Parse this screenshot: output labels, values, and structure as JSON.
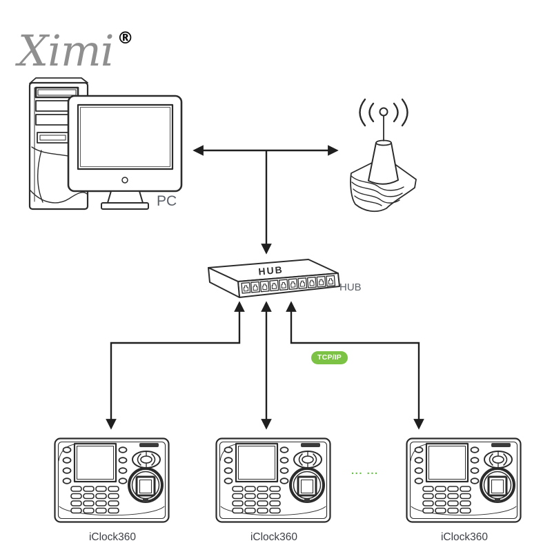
{
  "logo": {
    "text": "Ximi",
    "registered": "®"
  },
  "pc": {
    "label": "PC"
  },
  "hub": {
    "top_label": "HUB",
    "side_label": "HUB"
  },
  "network": {
    "protocol_badge": "TCP/IP",
    "ellipsis": "... ..."
  },
  "devices": [
    {
      "label": "iClock360"
    },
    {
      "label": "iClock360"
    },
    {
      "label": "iClock360"
    }
  ],
  "colors": {
    "accent_green": "#7CC244",
    "dots_green": "#68C047",
    "line": "#2B2B2B",
    "arrow": "#1F1F1F",
    "label_gray": "#5B6069",
    "device_label_color": "#3B3E45",
    "logo_gray": "#8F8F8F"
  }
}
